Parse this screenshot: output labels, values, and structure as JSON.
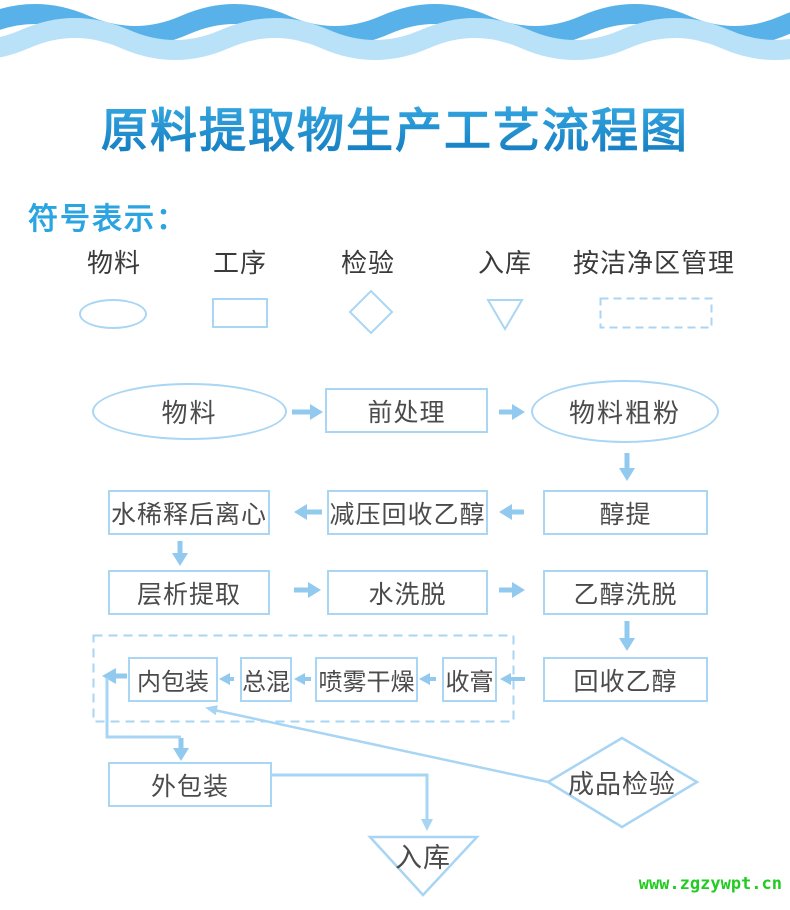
{
  "header": {
    "title": "原料提取物生产工艺流程图"
  },
  "banner": {
    "wave_dark_color": "#58b2e9",
    "wave_light_color": "#b9e2f9"
  },
  "legend": {
    "heading": "符号表示：",
    "items": [
      {
        "label": "物料",
        "shape": "ellipse"
      },
      {
        "label": "工序",
        "shape": "rectangle"
      },
      {
        "label": "检验",
        "shape": "diamond"
      },
      {
        "label": "入库",
        "shape": "inverted-triangle"
      },
      {
        "label": "按洁净区管理",
        "shape": "dashed-rectangle"
      }
    ]
  },
  "flow": {
    "nodes": [
      {
        "id": "material",
        "label": "物料",
        "shape": "ellipse"
      },
      {
        "id": "pretreatment",
        "label": "前处理",
        "shape": "process"
      },
      {
        "id": "coarse-powder",
        "label": "物料粗粉",
        "shape": "ellipse"
      },
      {
        "id": "ethanol-extraction",
        "label": "醇提",
        "shape": "process"
      },
      {
        "id": "vacuum-ethanol-recovery",
        "label": "减压回收乙醇",
        "shape": "process"
      },
      {
        "id": "water-dilution-centrifugation",
        "label": "水稀释后离心",
        "shape": "process"
      },
      {
        "id": "chromatography-extraction",
        "label": "层析提取",
        "shape": "process"
      },
      {
        "id": "water-elution",
        "label": "水洗脱",
        "shape": "process"
      },
      {
        "id": "ethanol-elution",
        "label": "乙醇洗脱",
        "shape": "process"
      },
      {
        "id": "ethanol-recovery",
        "label": "回收乙醇",
        "shape": "process"
      },
      {
        "id": "paste-collection",
        "label": "收膏",
        "shape": "process"
      },
      {
        "id": "spray-drying",
        "label": "喷雾干燥",
        "shape": "process"
      },
      {
        "id": "final-blending",
        "label": "总混",
        "shape": "process"
      },
      {
        "id": "inner-packaging",
        "label": "内包装",
        "shape": "process"
      },
      {
        "id": "outer-packaging",
        "label": "外包装",
        "shape": "process"
      },
      {
        "id": "finished-product-inspection",
        "label": "成品检验",
        "shape": "diamond"
      },
      {
        "id": "warehousing",
        "label": "入库",
        "shape": "inverted-triangle"
      }
    ],
    "clean_area": {
      "contains": [
        "内包装",
        "总混",
        "喷雾干燥",
        "收膏"
      ],
      "style": "dashed"
    },
    "edges": [
      {
        "from": "物料",
        "to": "前处理"
      },
      {
        "from": "前处理",
        "to": "物料粗粉"
      },
      {
        "from": "物料粗粉",
        "to": "醇提"
      },
      {
        "from": "醇提",
        "to": "减压回收乙醇"
      },
      {
        "from": "减压回收乙醇",
        "to": "水稀释后离心"
      },
      {
        "from": "水稀释后离心",
        "to": "层析提取"
      },
      {
        "from": "层析提取",
        "to": "水洗脱"
      },
      {
        "from": "水洗脱",
        "to": "乙醇洗脱"
      },
      {
        "from": "乙醇洗脱",
        "to": "回收乙醇"
      },
      {
        "from": "回收乙醇",
        "to": "收膏"
      },
      {
        "from": "收膏",
        "to": "喷雾干燥"
      },
      {
        "from": "喷雾干燥",
        "to": "总混"
      },
      {
        "from": "总混",
        "to": "内包装"
      },
      {
        "from": "内包装",
        "to": "外包装"
      },
      {
        "from": "外包装",
        "to": "入库"
      },
      {
        "from": "成品检验",
        "to": "内包装"
      }
    ]
  },
  "watermark": {
    "text": "www.zgzywpt.cn",
    "color": "#21cb21"
  },
  "colors": {
    "shape_border": "#a9d6f4",
    "arrow": "#92c9ef",
    "thin_line": "#a7d5f3",
    "node_text": "#4b4b4b",
    "legend_text": "#3a3a3a",
    "title_top": "#3cb1e8",
    "title_bottom": "#1178bd"
  }
}
